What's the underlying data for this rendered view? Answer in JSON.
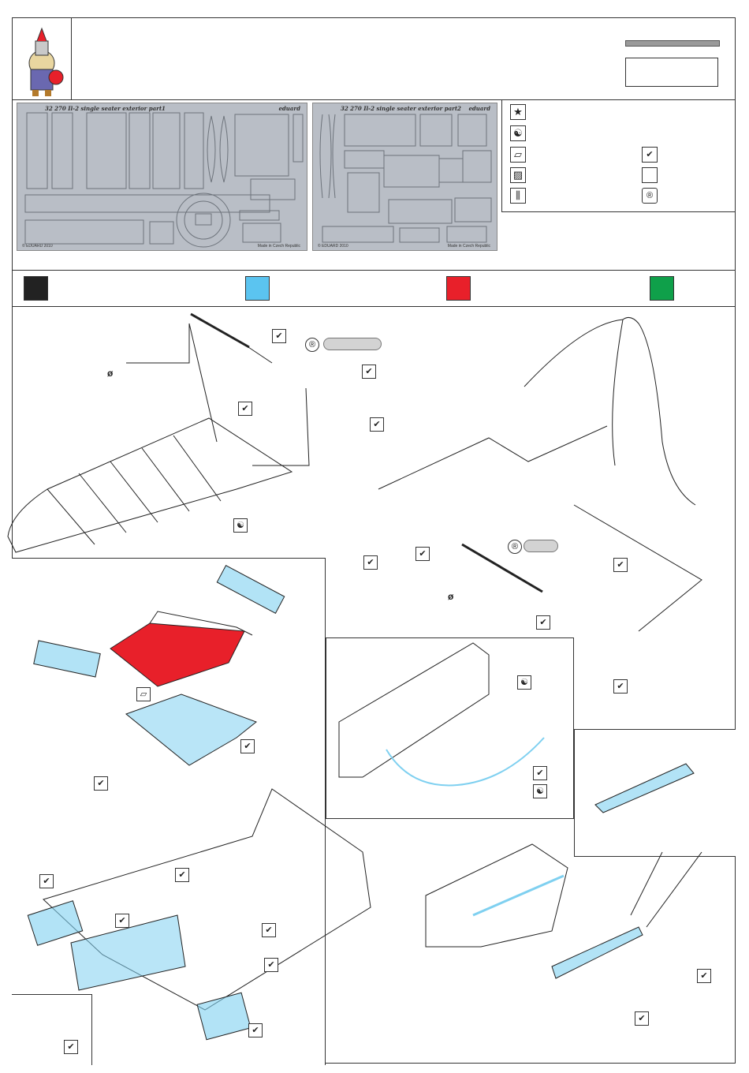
{
  "frets": [
    {
      "title": "32 270   Il-2 single seater exterior   part1",
      "brand": "eduard",
      "copyright": "© EDUARD 2010",
      "made": "Made in Czech Republic"
    },
    {
      "title": "32 270   Il-2 single seater exterior   part2",
      "brand": "eduard",
      "copyright": "© EDUARD 2010",
      "made": "Made in Czech Republic"
    }
  ],
  "legend": [
    {
      "icon": "star-icon",
      "glyph": "★"
    },
    {
      "icon": "yin-yang-icon",
      "glyph": "☯"
    },
    {
      "icon": "paper-sheet-icon",
      "glyph": "▱"
    },
    {
      "icon": "file-tool-icon",
      "glyph": "▨"
    },
    {
      "icon": "drill-icon",
      "glyph": "⫼"
    }
  ],
  "symbols": {
    "check": "✔",
    "diameter": "ø",
    "remove": "®",
    "yin": "☯",
    "paper": "▱"
  },
  "swatches": [
    "#222222",
    "#5bc4f0",
    "#e8202a",
    "#0fa04a"
  ],
  "colors": {
    "etch_blue": "#7fd0f0",
    "red": "#e8202a"
  }
}
